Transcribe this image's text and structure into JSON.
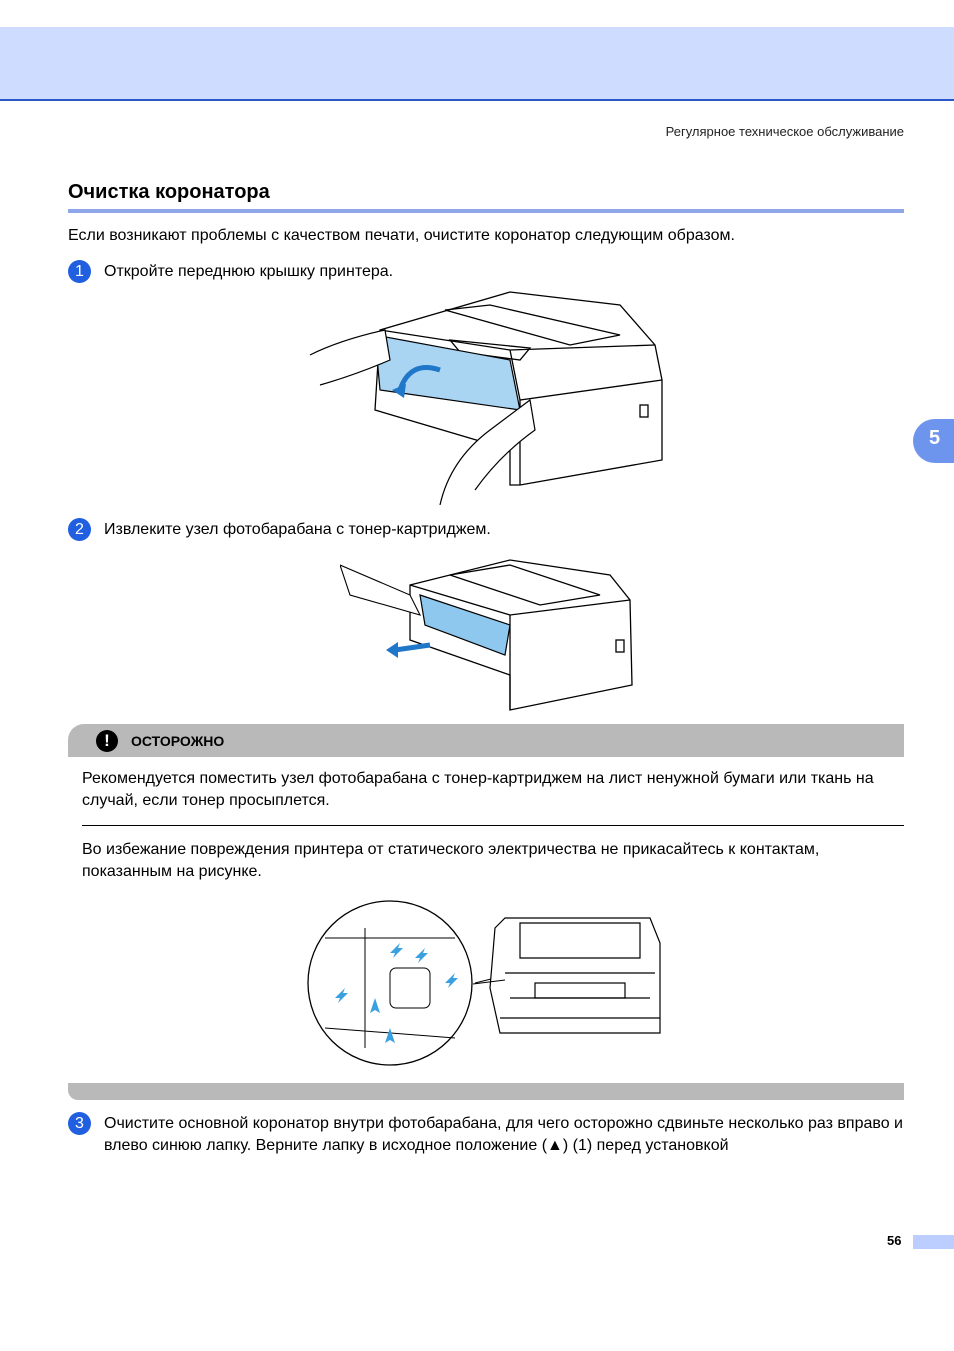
{
  "header": {
    "running_title": "Регулярное техническое обслуживание"
  },
  "section": {
    "title": "Очистка коронатора",
    "intro": "Если возникают проблемы с качеством печати, очистите коронатор следующим образом."
  },
  "steps": [
    {
      "number": "1",
      "text": "Откройте переднюю крышку принтера."
    },
    {
      "number": "2",
      "text": "Извлеките узел фотобарабана с тонер-картриджем."
    },
    {
      "number": "3",
      "text": "Очистите основной коронатор внутри фотобарабана, для чего осторожно сдвиньте несколько раз вправо и влево синюю лапку. Верните лапку в исходное положение (▲) (1) перед установкой"
    }
  ],
  "caution": {
    "icon": "exclamation-icon",
    "label": "ОСТОРОЖНО",
    "paragraphs": [
      "Рекомендуется поместить узел фотобарабана с тонер-картриджем на лист ненужной бумаги или ткань на случай, если тонер просыплется.",
      "Во избежание повреждения принтера от статического электричества не прикасайтесь к контактам, показанным на рисунке."
    ]
  },
  "side_tab": {
    "chapter": "5"
  },
  "footer": {
    "page_number": "56"
  },
  "colors": {
    "accent": "#1f5fe0",
    "header_band": "#cddcff",
    "caution_bar": "#b9b9b9",
    "illustration_blue": "#3aa0e0"
  }
}
